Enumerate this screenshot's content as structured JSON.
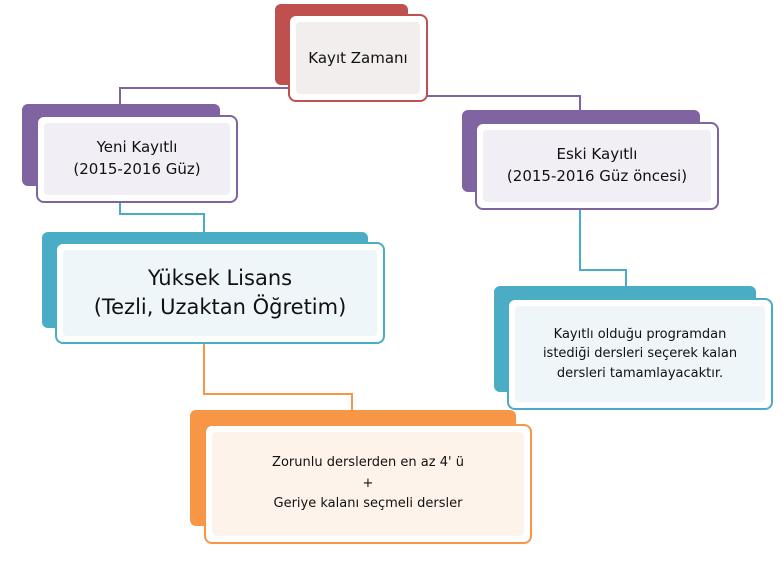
{
  "colors": {
    "red": "#c0504d",
    "purple": "#8064a2",
    "teal": "#4bacc6",
    "orange": "#f79646"
  },
  "nodes": {
    "root": {
      "label": "Kayıt Zamanı"
    },
    "new_registration": {
      "label": "Yeni Kayıtlı\n(2015-2016 Güz)"
    },
    "old_registration": {
      "label": "Eski Kayıtlı\n(2015-2016 Güz öncesi)"
    },
    "masters": {
      "label": "Yüksek Lisans\n(Tezli, Uzaktan Öğretim)"
    },
    "old_courses": {
      "label": "Kayıtlı olduğu programdan\nistediği dersleri seçerek kalan\ndersleri tamamlayacaktır."
    },
    "required_courses": {
      "label": "Zorunlu derslerden en az 4' ü\n+\nGeriye kalanı seçmeli dersler"
    }
  }
}
